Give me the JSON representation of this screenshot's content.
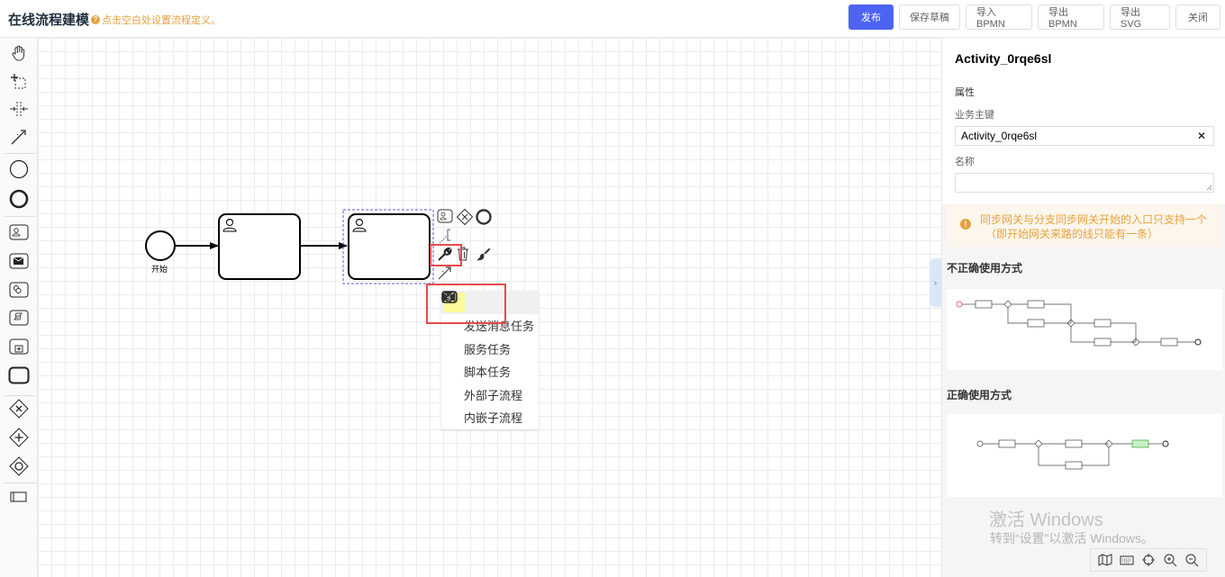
{
  "header": {
    "title": "在线流程建模",
    "hint": "点击空白处设置流程定义。",
    "buttons": {
      "publish": "发布",
      "save_draft": "保存草稿",
      "import_bpmn": "导入BPMN",
      "export_bpmn": "导出BPMN",
      "export_svg": "导出SVG",
      "close": "关闭"
    }
  },
  "palette": {
    "tools": [
      "hand-tool-icon",
      "lasso-tool-icon",
      "space-tool-icon",
      "global-connect-tool-icon"
    ],
    "shapes": [
      "start-event-icon",
      "end-event-icon",
      "user-task-icon",
      "send-task-icon",
      "service-task-icon",
      "script-task-icon",
      "call-activity-icon",
      "subprocess-icon",
      "exclusive-gateway-icon",
      "parallel-gateway-icon",
      "inclusive-gateway-icon",
      "participant-icon"
    ]
  },
  "diagram": {
    "start_label": "开始"
  },
  "replace_menu": {
    "items": [
      {
        "label": "发送消息任务",
        "icon": "send-task-icon"
      },
      {
        "label": "服务任务",
        "icon": "service-task-icon"
      },
      {
        "label": "脚本任务",
        "icon": "script-task-icon"
      },
      {
        "label": "外部子流程",
        "icon": "call-activity-icon"
      },
      {
        "label": "内嵌子流程",
        "icon": "subprocess-icon"
      }
    ]
  },
  "panel": {
    "element_id": "Activity_0rqe6sl",
    "section": "属性",
    "business_key_label": "业务主键",
    "business_key_value": "Activity_0rqe6sl",
    "name_label": "名称",
    "name_value": "",
    "alert_line1": "同步网关与分支同步网关开始的入口只支持一个",
    "alert_line2": "（即开始网关来路的线只能有一条）",
    "wrong_usage_title": "不正确使用方式",
    "correct_usage_title": "正确使用方式"
  },
  "watermark": {
    "line1": "激活 Windows",
    "line2": "转到“设置”以激活 Windows。"
  },
  "colors": {
    "primary": "#4d63f2",
    "warning": "#e6a23c",
    "highlight_box": "#e54b4b"
  }
}
